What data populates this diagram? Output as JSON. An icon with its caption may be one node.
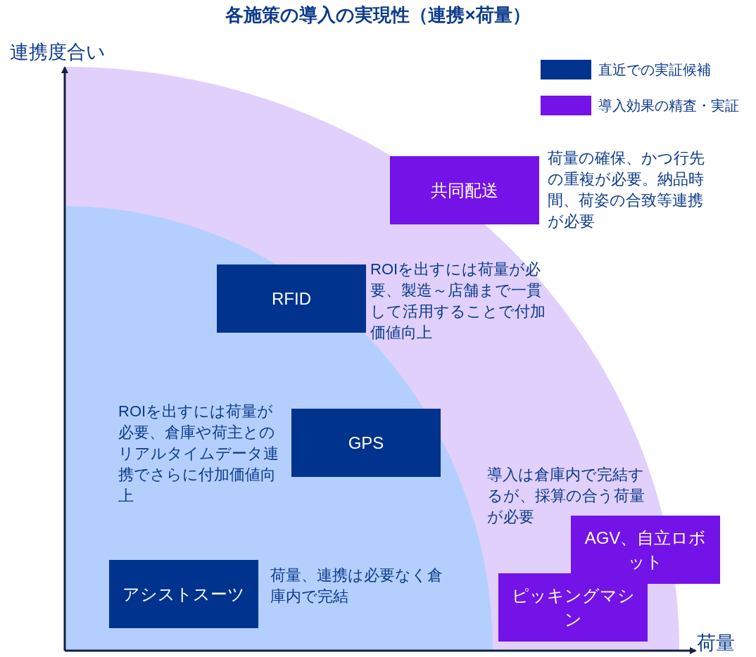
{
  "diagram": {
    "title": "各施策の導入の実現性（連携×荷量）",
    "nodes": [
      {
        "text": [
          "共同配送"
        ],
        "beside": [
          "荷量の確保、かつ行先の重複が必要。納品時間、荷姿の合致等連携が必要"
        ]
      },
      {
        "text": [
          "RFID"
        ],
        "beside": [
          "ROIを出すには荷量が必要、製造～店舗まで一貫して活用することで付加価値向上"
        ]
      },
      {
        "text": [
          "GPS"
        ],
        "beside": [
          "ROIを出すには荷量が必要、倉庫や荷主とのリアルタイムデータ連携でさらに付加価値向上"
        ]
      },
      {
        "text": [
          "AGV、自立ロボット"
        ],
        "beside": [
          "導入は倉庫内で完結するが、採算の合う荷量が必要"
        ]
      },
      {
        "text": [
          "ピッキングマシン"
        ]
      },
      {
        "text": [
          "アシストスーツ"
        ],
        "beside": [
          "荷量、連携は必要なく倉庫内で完結"
        ]
      }
    ],
    "edges": [],
    "labels": [
      "連携度合い",
      "荷量"
    ],
    "legend": [
      {
        "text": "直近での実証候補",
        "color": "#00338d"
      },
      {
        "text": "導入効果の精査・実証",
        "color": "#7313e8"
      }
    ]
  }
}
